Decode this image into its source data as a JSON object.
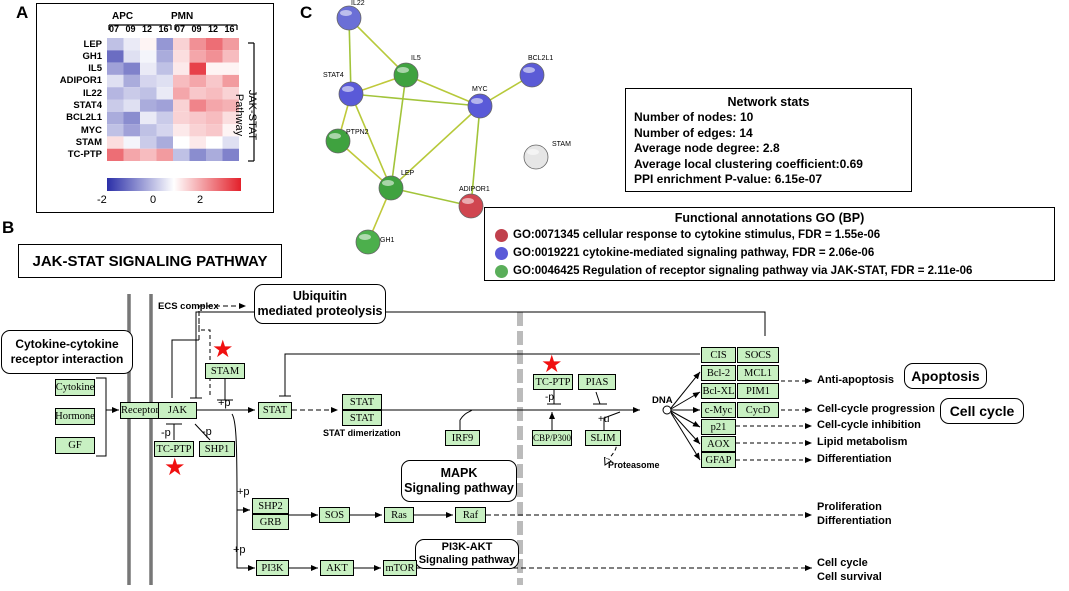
{
  "panels": {
    "a": "A",
    "b": "B",
    "c": "C"
  },
  "heatmap": {
    "group_labels": [
      "APC",
      "PMN"
    ],
    "column_labels": [
      "07",
      "09",
      "12",
      "16",
      "07",
      "09",
      "12",
      "16"
    ],
    "genes": [
      "LEP",
      "GH1",
      "IL5",
      "ADIPOR1",
      "IL22",
      "STAT4",
      "BCL2L1",
      "MYC",
      "STAM",
      "TC-PTP"
    ],
    "values": [
      [
        -0.6,
        -0.2,
        0.1,
        -1.0,
        0.4,
        1.0,
        1.3,
        0.9
      ],
      [
        -1.4,
        -0.3,
        -0.1,
        -0.8,
        0.3,
        0.8,
        1.0,
        0.6
      ],
      [
        -0.9,
        -1.2,
        -0.2,
        -0.6,
        0.2,
        1.7,
        0.1,
        0.1
      ],
      [
        -0.3,
        -0.8,
        -0.4,
        -0.3,
        0.6,
        0.8,
        0.5,
        0.9
      ],
      [
        -0.7,
        -0.5,
        -0.6,
        -0.2,
        0.8,
        0.5,
        0.6,
        0.4
      ],
      [
        -0.5,
        -0.3,
        -0.8,
        -0.9,
        0.4,
        1.1,
        0.8,
        0.7
      ],
      [
        -0.8,
        -1.1,
        -0.2,
        -0.5,
        0.4,
        0.5,
        0.6,
        0.3
      ],
      [
        -0.6,
        -0.9,
        -0.6,
        -0.4,
        0.2,
        0.4,
        0.5,
        0.1
      ],
      [
        0.3,
        -0.1,
        -0.5,
        -0.8,
        0.0,
        0.2,
        0.0,
        -0.3
      ],
      [
        1.3,
        0.8,
        0.6,
        0.9,
        -0.6,
        -1.1,
        -0.8,
        -1.2
      ]
    ],
    "side_label": "JAK-STAT\nPathway",
    "colorbar_ticks": [
      "-2",
      "0",
      "2"
    ],
    "colors": {
      "low": "#2b2fa8",
      "mid": "#ffffff",
      "high": "#e3202a"
    }
  },
  "network": {
    "nodes": [
      {
        "id": "IL22",
        "label": "IL22",
        "color": "#6b6fd6"
      },
      {
        "id": "IL5",
        "label": "IL5",
        "color": "#3fa23f"
      },
      {
        "id": "STAT4",
        "label": "STAT4",
        "color": "#5a5ad8"
      },
      {
        "id": "BCL2L1",
        "label": "BCL2L1",
        "color": "#5b5bd6"
      },
      {
        "id": "MYC",
        "label": "MYC",
        "color": "#5a5ad8"
      },
      {
        "id": "PTPN2",
        "label": "PTPN2",
        "color": "#3fa23f"
      },
      {
        "id": "STAM",
        "label": "STAM",
        "color": "#e6e6e6"
      },
      {
        "id": "LEP",
        "label": "LEP",
        "color": "#3fa23f"
      },
      {
        "id": "ADIPOR1",
        "label": "ADIPOR1",
        "color": "#d04650"
      },
      {
        "id": "GH1",
        "label": "GH1",
        "color": "#4caf4c"
      }
    ],
    "edges": [
      [
        "IL22",
        "IL5"
      ],
      [
        "IL22",
        "STAT4"
      ],
      [
        "IL5",
        "STAT4"
      ],
      [
        "IL5",
        "MYC"
      ],
      [
        "IL5",
        "LEP"
      ],
      [
        "STAT4",
        "PTPN2"
      ],
      [
        "STAT4",
        "LEP"
      ],
      [
        "STAT4",
        "MYC"
      ],
      [
        "PTPN2",
        "LEP"
      ],
      [
        "LEP",
        "MYC"
      ],
      [
        "LEP",
        "ADIPOR1"
      ],
      [
        "LEP",
        "GH1"
      ],
      [
        "MYC",
        "BCL2L1"
      ],
      [
        "MYC",
        "ADIPOR1"
      ]
    ]
  },
  "network_stats": {
    "title": "Network stats",
    "lines": [
      "Number of nodes: 10",
      "Number of edges: 14",
      "Average node degree: 2.8",
      "Average local clustering coefficient:0.69",
      "PPI enrichment P-value: 6.15e-07"
    ]
  },
  "functional": {
    "title": "Functional annotations GO (BP)",
    "items": [
      {
        "color": "#c0404c",
        "text": "GO:0071345 cellular response to cytokine stimulus, FDR = 1.55e-06"
      },
      {
        "color": "#5a5ad8",
        "text": "GO:0019221 cytokine-mediated signaling pathway, FDR = 2.06e-06"
      },
      {
        "color": "#5aae5a",
        "text": "GO:0046425 Regulation of receptor signaling pathway via JAK-STAT, FDR = 2.11e-06"
      }
    ]
  },
  "pathway": {
    "title": "JAK-STAT SIGNALING PATHWAY",
    "boxes": {
      "ubiquitin": "Ubiquitin\nmediated proteolysis",
      "cytokine_receptor": "Cytokine-cytokine\nreceptor interaction",
      "mapk": "MAPK\nSignaling pathway",
      "pi3k": "PI3K-AKT\nSignaling pathway",
      "apoptosis": "Apoptosis",
      "cell_cycle": "Cell cycle"
    },
    "genes": {
      "cytokine": "Cytokine",
      "hormone": "Hormone",
      "gf": "GF",
      "receptor": "Receptor",
      "jak": "JAK",
      "stam": "STAM",
      "tcptp1": "TC-PTP",
      "shp1": "SHP1",
      "stat1": "STAT",
      "stat_a": "STAT",
      "stat_b": "STAT",
      "irf9": "IRF9",
      "tcptp2": "TC-PTP",
      "pias": "PIAS",
      "cbp": "CBP/P300",
      "slim": "SLIM",
      "cis": "CIS",
      "socs": "SOCS",
      "bcl2": "Bcl-2",
      "mcl1": "MCL1",
      "bclxl": "Bcl-XL",
      "pim1": "PIM1",
      "cmyc": "c-Myc",
      "cycd": "CycD",
      "p21": "p21",
      "aox": "AOX",
      "gfap": "GFAP",
      "shp2": "SHP2",
      "grb": "GRB",
      "sos": "SOS",
      "ras": "Ras",
      "raf": "Raf",
      "pi3k": "PI3K",
      "akt": "AKT",
      "mtor": "mTOR"
    },
    "labels": {
      "ecs": "ECS complex",
      "p1": "+p",
      "mp1": "-p",
      "mp2": "-p",
      "stat_dimer": "STAT dimerization",
      "mp3": "-p",
      "pu": "+u",
      "dna": "DNA",
      "proteasome": "Proteasome",
      "p2": "+p",
      "p3": "+p"
    },
    "outputs": {
      "anti_apoptosis": "Anti-apoptosis",
      "cc_progression": "Cell-cycle progression",
      "cc_inhibition": "Cell-cycle inhibition",
      "lipid": "Lipid metabolism",
      "diff1": "Differentiation",
      "prolif": "Proliferation",
      "diff2": "Differentiation",
      "cell_cycle": "Cell cycle",
      "cell_survival": "Cell survival"
    }
  }
}
